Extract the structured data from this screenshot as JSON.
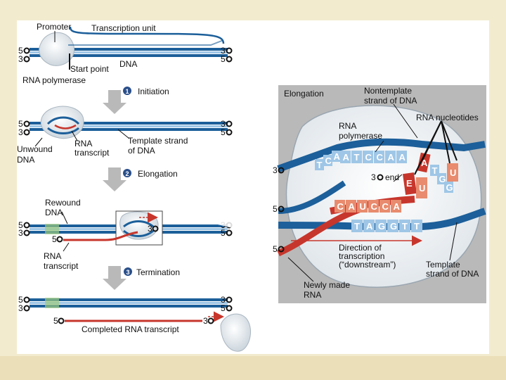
{
  "labels": {
    "promoter": "Promoter",
    "transcription_unit": "Transcription unit",
    "dna": "DNA",
    "start_point": "Start point",
    "rna_polymerase": "RNA polymerase",
    "step1_num": "1",
    "step1": "Initiation",
    "unwound_dna_1": "Unwound",
    "unwound_dna_2": "DNA",
    "rna_transcript_1": "RNA",
    "rna_transcript_2": "transcript",
    "template_strand_1": "Template strand",
    "template_strand_2": "of DNA",
    "step2_num": "2",
    "step2": "Elongation",
    "rewound_dna_1": "Rewound",
    "rewound_dna_2": "DNA",
    "rna_transcript_b1": "RNA",
    "rna_transcript_b2": "transcript",
    "step3_num": "3",
    "step3": "Termination",
    "completed": "Completed RNA transcript",
    "five": "5",
    "three": "3",
    "elongation_title": "Elongation",
    "nontemplate_1": "Nontemplate",
    "nontemplate_2": "strand of DNA",
    "rna_nucleotides": "RNA nucleotides",
    "rna_polymerase_zoom_1": "RNA",
    "rna_polymerase_zoom_2": "polymerase",
    "three_end": "end",
    "direction_1": "Direction of",
    "direction_2": "transcription",
    "direction_3": "(“downstream”)",
    "template_zoom_1": "Template",
    "template_zoom_2": "strand of DNA",
    "newly_made_1": "Newly made",
    "newly_made_2": "RNA"
  },
  "bases": {
    "top_strand": [
      "A",
      "T",
      "C",
      "C",
      "A",
      "A"
    ],
    "rna_strand": [
      "C",
      "A",
      "U",
      "C",
      "C",
      "A"
    ],
    "bottom_strand": [
      "T",
      "A",
      "G",
      "G",
      "T",
      "T"
    ],
    "left_top": [
      "T",
      "C",
      "A"
    ],
    "left_mid": [
      "A",
      "T"
    ],
    "left_low": [
      "C",
      "C"
    ],
    "right_side": [
      "T",
      "G",
      "G"
    ],
    "right_low": [
      "A",
      "A",
      "C"
    ],
    "free_nucleotides": [
      "E",
      "A",
      "U",
      "U"
    ]
  },
  "colors": {
    "dna_dark": "#1c5f9a",
    "dna_light": "#9fc6e6",
    "rna_red": "#c7362c",
    "rna_light": "#e88b6e",
    "promoter_green": "#9ccb7e",
    "polymerase": "#dfe6ec",
    "arrow_gray": "#b9b9b9",
    "step_badge": "#2a4f8a"
  }
}
